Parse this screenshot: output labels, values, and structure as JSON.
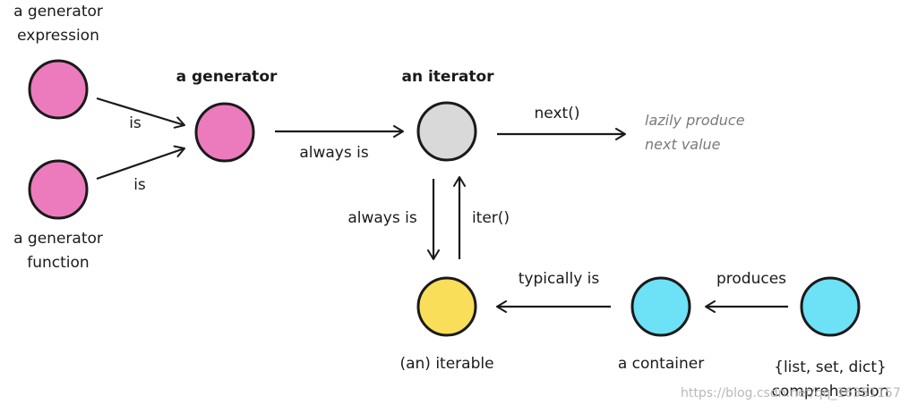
{
  "nodes": {
    "gen_expr": {
      "label_lines": [
        "a generator",
        "expression"
      ],
      "color": "#EC7BBE"
    },
    "gen_func": {
      "label_lines": [
        "a generator",
        "function"
      ],
      "color": "#EC7BBE"
    },
    "generator": {
      "label": "a generator",
      "color": "#EC7BBE"
    },
    "iterator": {
      "label": "an iterator",
      "color": "#D9D9D9"
    },
    "iterable": {
      "label": "(an) iterable",
      "color": "#F9DE5A"
    },
    "container": {
      "label": "a container",
      "color": "#6DE1F5"
    },
    "comprehension": {
      "label_lines": [
        "{list, set, dict}",
        "comprehension"
      ],
      "color": "#6DE1F5"
    }
  },
  "edges": {
    "expr_to_generator": "is",
    "func_to_generator": "is",
    "generator_to_iterator": "always is",
    "iterator_next": "next()",
    "iterator_to_iterable": "always is",
    "iterable_to_iterator": "iter()",
    "container_to_iterable": "typically is",
    "comprehension_to_container": "produces"
  },
  "note_lines": [
    "lazily produce",
    "next value"
  ],
  "watermark": "https://blog.csdn.net/qq_16351157",
  "colors": {
    "stroke": "#1a1a1a",
    "note": "#7a7a7a"
  }
}
